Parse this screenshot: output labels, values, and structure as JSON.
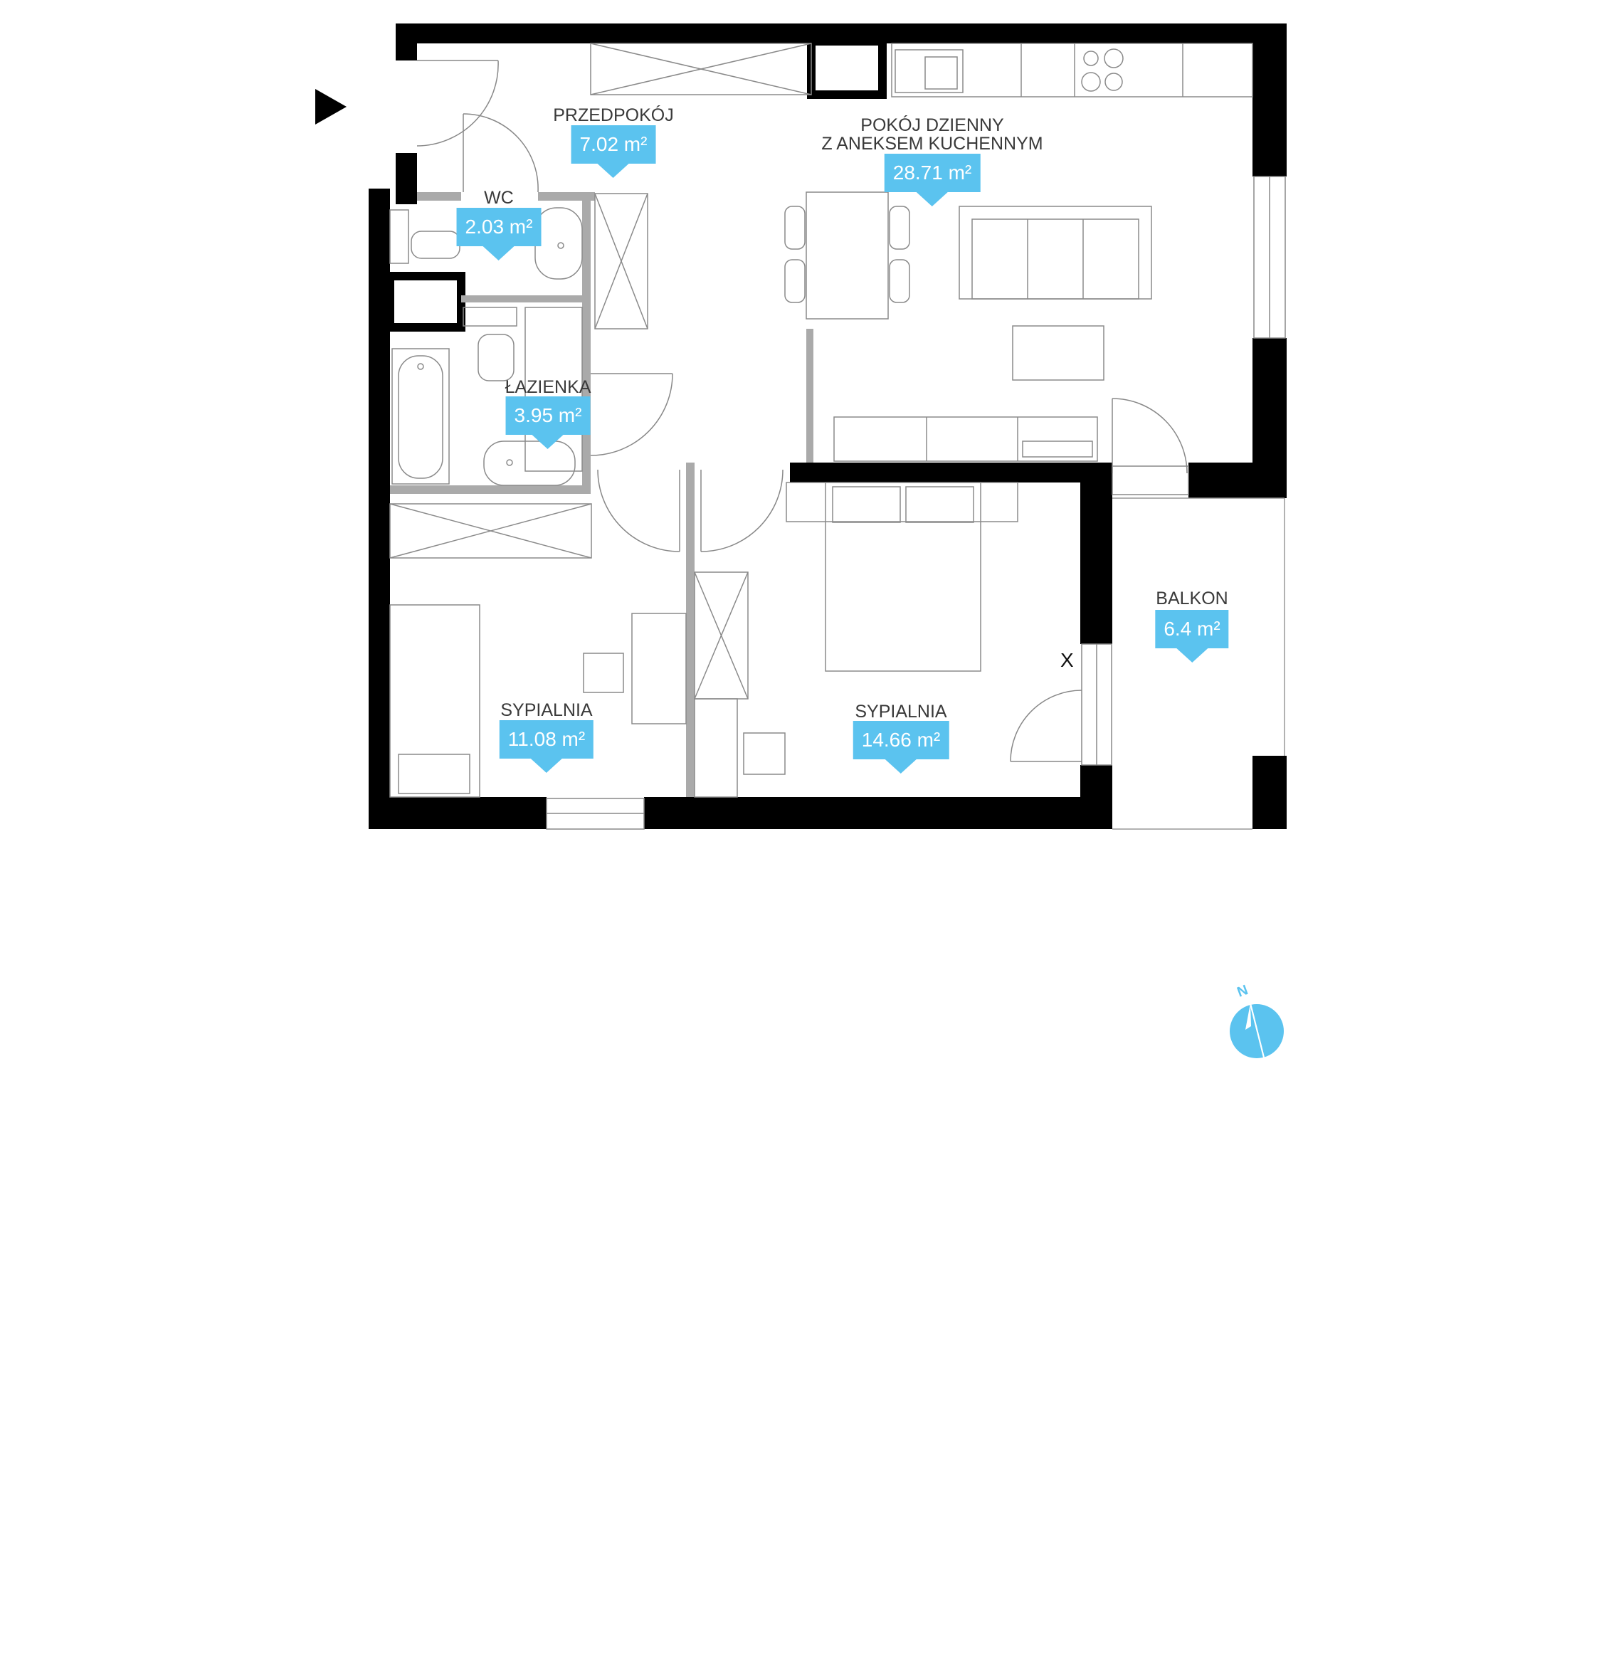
{
  "rooms": {
    "przedpokoj": {
      "name": "PRZEDPOKÓJ",
      "area": "7.02 m²"
    },
    "pokoj": {
      "name_line1": "POKÓJ DZIENNY",
      "name_line2": "Z ANEKSEM KUCHENNYM",
      "area": "28.71 m²"
    },
    "wc": {
      "name": "WC",
      "area": "2.03 m²"
    },
    "lazienka": {
      "name": "ŁAZIENKA",
      "area": "3.95 m²"
    },
    "sypialnia_small": {
      "name": "SYPIALNIA",
      "area": "11.08 m²"
    },
    "sypialnia_large": {
      "name": "SYPIALNIA",
      "area": "14.66 m²"
    },
    "balkon": {
      "name": "BALKON",
      "area": "6.4 m²"
    }
  },
  "marker_x": "X",
  "compass": {
    "label": "N",
    "color": "#5bc3ef"
  },
  "colors": {
    "wall": "#000000",
    "partition": "#aaaaaa",
    "label_box": "#5bc3ef",
    "furniture": "#8a8a8a"
  }
}
